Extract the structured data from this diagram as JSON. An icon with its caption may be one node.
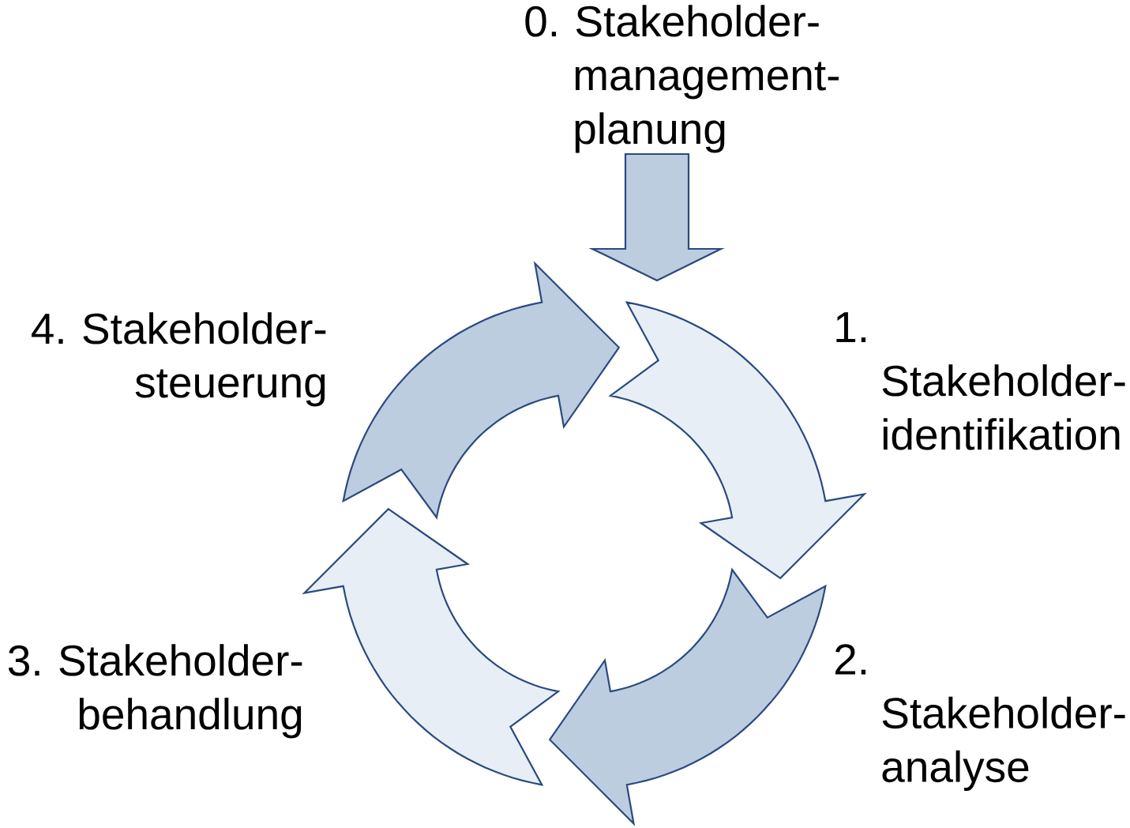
{
  "diagram": {
    "labels": [
      "0. Stakeholder- management- planung",
      "4. Stakeholder- steuerung",
      "1. Stakeholder- identifikation",
      "3. Stakeholder- behandlung",
      "2. Stakeholder- analyse"
    ]
  }
}
